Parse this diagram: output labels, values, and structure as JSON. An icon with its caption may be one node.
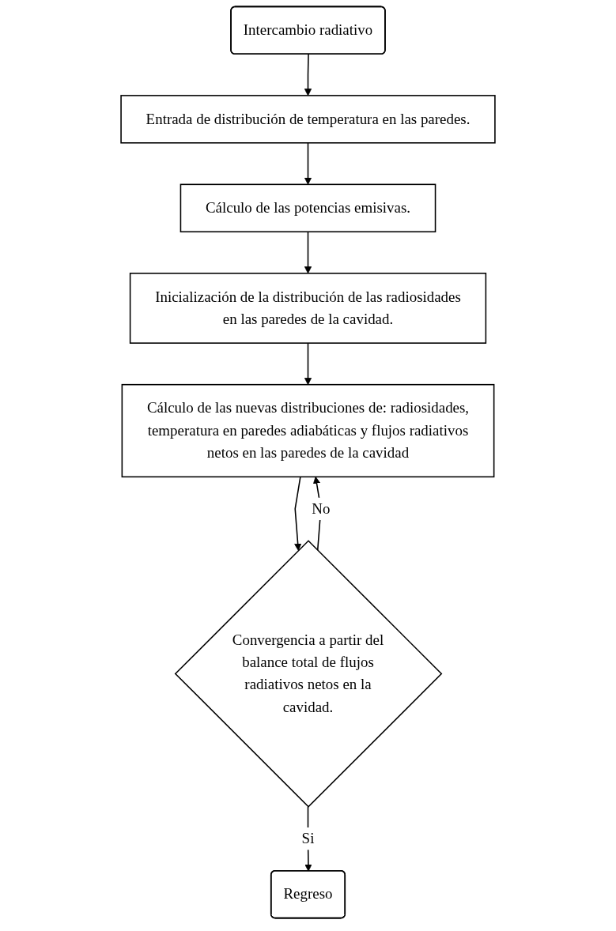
{
  "diagram": {
    "nodes": [
      {
        "text": [
          "Intercambio radiativo"
        ]
      },
      {
        "text": [
          "Entrada de distribución de temperatura en las paredes."
        ]
      },
      {
        "text": [
          "Cálculo de las potencias emisivas."
        ]
      },
      {
        "text": [
          "Inicialización de la distribución de las radiosidades en las paredes de la cavidad."
        ]
      },
      {
        "text": [
          "Cálculo de las nuevas distribuciones de: radiosidades, temperatura en paredes adiabáticas y flujos radiativos netos en las paredes de la cavidad"
        ]
      },
      {
        "text": [
          "Convergencia a partir del balance total de flujos radiativos netos en la cavidad."
        ]
      },
      {
        "text": [
          "Regreso"
        ]
      }
    ],
    "edges": [
      {
        "from": 0,
        "to": 1,
        "arrow": "to"
      },
      {
        "from": 1,
        "to": 2,
        "arrow": "to"
      },
      {
        "from": 2,
        "to": 3,
        "arrow": "to"
      },
      {
        "from": 3,
        "to": 4,
        "arrow": "to"
      },
      {
        "from": 4,
        "to": 5,
        "arrow": "to"
      },
      {
        "from": 5,
        "to": 4,
        "arrow": "to",
        "label": "No"
      },
      {
        "from": 5,
        "to": 6,
        "arrow": "to",
        "label": "Si"
      }
    ]
  }
}
